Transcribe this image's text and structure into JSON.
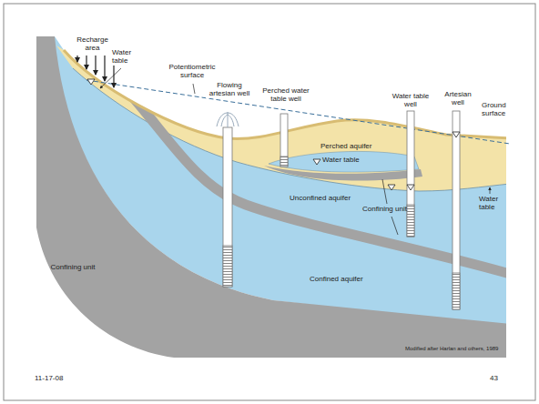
{
  "diagram": {
    "labels": [
      "Recharge area",
      "Water table",
      "Potentiometric surface",
      "Flowing artesian well",
      "Perched water table well",
      "Water table well",
      "Artesian well",
      "Ground surface",
      "Perched aquifer",
      "Water table",
      "Unconfined aquifer",
      "Confining unit",
      "Water table",
      "Confining unit",
      "Confined aquifer",
      "Modified after Harlan and others, 1989",
      "11-17-08",
      "43"
    ]
  }
}
